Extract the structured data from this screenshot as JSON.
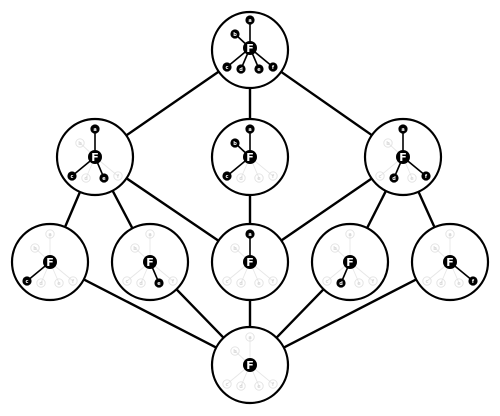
{
  "root_label": "F",
  "child_labels": {
    "a": "a",
    "b": "b",
    "c": "c",
    "d": "d",
    "e": "e",
    "f": "f"
  },
  "nodes": [
    {
      "id": "top",
      "children": [
        "a",
        "b",
        "c",
        "d",
        "e",
        "f"
      ]
    },
    {
      "id": "mid-left",
      "children": [
        "a",
        "c",
        "e"
      ]
    },
    {
      "id": "mid-center",
      "children": [
        "a",
        "b",
        "c"
      ]
    },
    {
      "id": "mid-right",
      "children": [
        "a",
        "d",
        "f"
      ]
    },
    {
      "id": "low-1",
      "children": [
        "c"
      ]
    },
    {
      "id": "low-2",
      "children": [
        "e"
      ]
    },
    {
      "id": "low-3",
      "children": [
        "a"
      ]
    },
    {
      "id": "low-4",
      "children": [
        "d"
      ]
    },
    {
      "id": "low-5",
      "children": [
        "f"
      ]
    },
    {
      "id": "bottom",
      "children": []
    }
  ],
  "edges": [
    [
      "top",
      "mid-left"
    ],
    [
      "top",
      "mid-center"
    ],
    [
      "top",
      "mid-right"
    ],
    [
      "mid-left",
      "low-1"
    ],
    [
      "mid-left",
      "low-2"
    ],
    [
      "mid-left",
      "low-3"
    ],
    [
      "mid-center",
      "low-3"
    ],
    [
      "mid-right",
      "low-3"
    ],
    [
      "mid-right",
      "low-4"
    ],
    [
      "mid-right",
      "low-5"
    ],
    [
      "low-1",
      "bottom"
    ],
    [
      "low-2",
      "bottom"
    ],
    [
      "low-3",
      "bottom"
    ],
    [
      "low-4",
      "bottom"
    ],
    [
      "low-5",
      "bottom"
    ]
  ]
}
